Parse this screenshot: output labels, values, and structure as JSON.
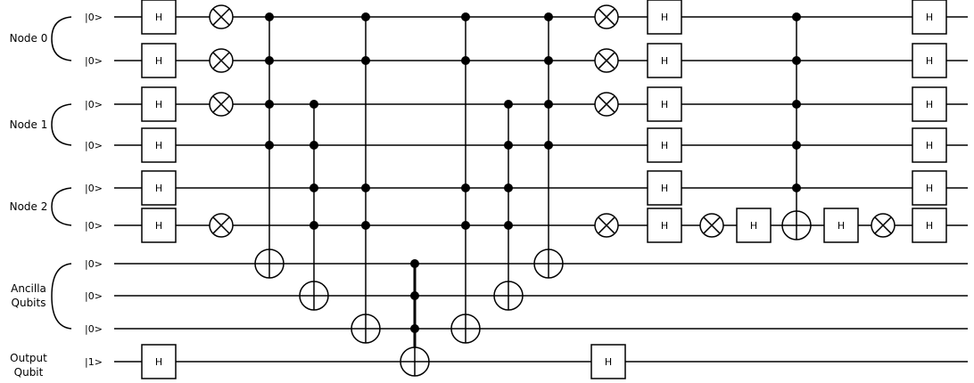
{
  "groups": [
    {
      "lines": [
        "Node 0"
      ]
    },
    {
      "lines": [
        "Node 1"
      ]
    },
    {
      "lines": [
        "Node 2"
      ]
    },
    {
      "lines": [
        "Ancilla",
        "Qubits"
      ]
    },
    {
      "lines": [
        "Output",
        "Qubit"
      ]
    }
  ],
  "qubits": [
    {
      "init": "|0>"
    },
    {
      "init": "|0>"
    },
    {
      "init": "|0>"
    },
    {
      "init": "|0>"
    },
    {
      "init": "|0>"
    },
    {
      "init": "|0>"
    },
    {
      "init": "|0>"
    },
    {
      "init": "|0>"
    },
    {
      "init": "|0>"
    },
    {
      "init": "|1>"
    }
  ],
  "h_label": "H",
  "gates": [
    {
      "type": "H",
      "targets": [
        0,
        1,
        2,
        3,
        4,
        5,
        9
      ]
    },
    {
      "type": "X",
      "targets": [
        0,
        1,
        2,
        5
      ]
    },
    {
      "type": "C",
      "controls": [
        0,
        1,
        2,
        3
      ],
      "target": 6
    },
    {
      "type": "C",
      "controls": [
        2,
        3,
        4,
        5
      ],
      "target": 7
    },
    {
      "type": "C",
      "controls": [
        0,
        1,
        4,
        5
      ],
      "target": 8
    },
    {
      "type": "C",
      "controls": [
        6,
        7,
        8
      ],
      "target": 9
    },
    {
      "type": "C",
      "controls": [
        0,
        1,
        4,
        5
      ],
      "target": 8
    },
    {
      "type": "C",
      "controls": [
        2,
        3,
        4,
        5
      ],
      "target": 7
    },
    {
      "type": "C",
      "controls": [
        0,
        1,
        2,
        3
      ],
      "target": 6
    },
    {
      "type": "H",
      "targets": [
        9
      ]
    },
    {
      "type": "X",
      "targets": [
        0,
        1,
        2,
        5
      ]
    },
    {
      "type": "H",
      "targets": [
        0,
        1,
        2,
        3,
        4,
        5
      ]
    },
    {
      "type": "X",
      "targets": [
        5
      ]
    },
    {
      "type": "H",
      "targets": [
        5
      ]
    },
    {
      "type": "C",
      "controls": [
        0,
        1,
        2,
        3,
        4
      ],
      "target": 5
    },
    {
      "type": "H",
      "targets": [
        5
      ]
    },
    {
      "type": "X",
      "targets": [
        5
      ]
    },
    {
      "type": "H",
      "targets": [
        0,
        1,
        2,
        3,
        4,
        5
      ]
    }
  ]
}
